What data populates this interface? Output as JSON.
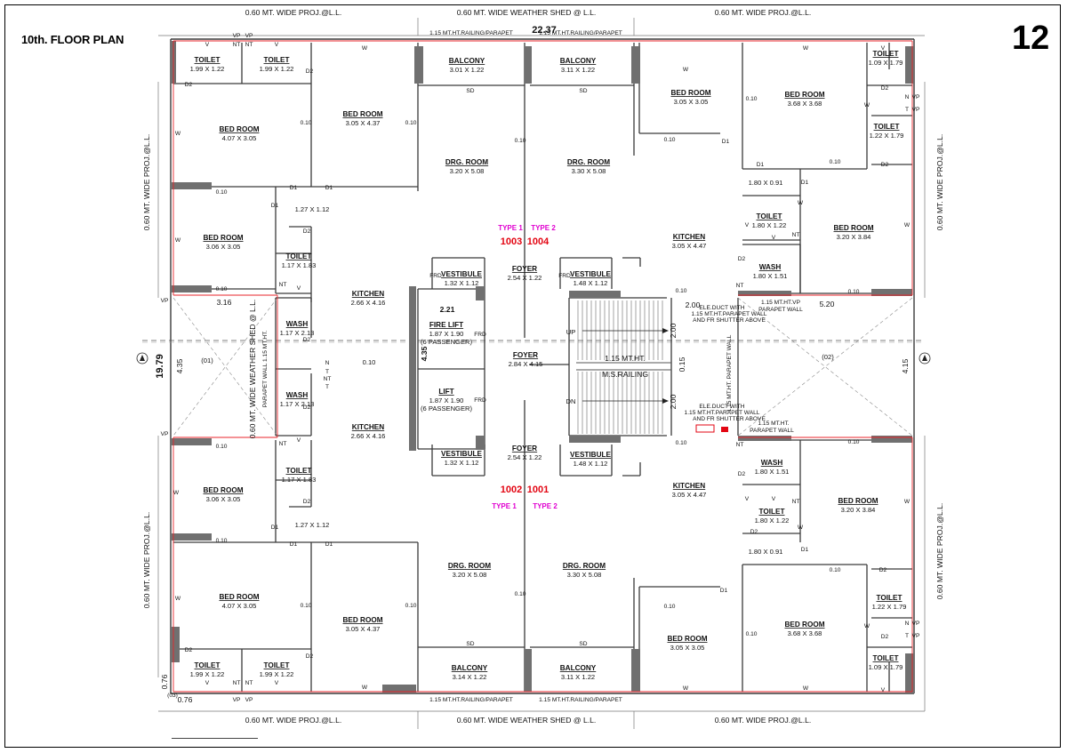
{
  "header": {
    "title": "10th. FLOOR PLAN",
    "sheet_number": "12"
  },
  "colors": {
    "wall": "#3a3a3a",
    "column": "#707070",
    "accent_red": "#e30613",
    "type_magenta": "#e000d0",
    "outline_red": "#e8262b"
  },
  "projections": {
    "top_left": "0.60 MT. WIDE PROJ.@L.L.",
    "top_center": "0.60 MT. WIDE WEATHER SHED @ L.L.",
    "top_right": "0.60 MT. WIDE PROJ.@L.L.",
    "bottom_left": "0.60 MT. WIDE PROJ.@L.L.",
    "bottom_center": "0.60 MT. WIDE WEATHER SHED @ L.L.",
    "bottom_right": "0.60 MT. WIDE PROJ.@L.L.",
    "left_top": "0.60 MT. WIDE PROJ.@L.L.",
    "left_bottom": "0.60 MT. WIDE PROJ.@L.L.",
    "right_top": "0.60 MT. WIDE PROJ.@L.L.",
    "right_bottom": "0.60 MT. WIDE PROJ.@L.L.",
    "mid_weather_shed": "0.60 MT. WIDE WEATHER SHED @ L.L."
  },
  "railings": {
    "top_left": "1.15 MT.HT.RAILING/PARAPET",
    "top_right": "1.15 MT.HT.RAILING/PARAPET",
    "bottom_left": "1.15 MT.HT.RAILING/PARAPET",
    "bottom_right": "1.15 MT.HT.RAILING/PARAPET"
  },
  "dimensions": {
    "overall_width": "22.37",
    "overall_height": "19.79",
    "lift_width": "2.21",
    "lift_height": "4.35",
    "shaft_left_width": "3.16",
    "shaft_left_height": "4.35",
    "shaft_right_width": "5.20",
    "shaft_right_height": "4.15",
    "stair_w1": "2.00",
    "stair_h1": "2.00",
    "stair_h2": "2.00",
    "stair_gap": "0.15",
    "corner_76a": "0.76",
    "corner_76b": "0.76",
    "thin": "0.10",
    "pass_top": "1.27 X 1.12",
    "pass_bottom": "1.27 X 1.12",
    "right_pass_top": "1.80 X 0.91",
    "right_pass_bottom": "1.80 X 0.91"
  },
  "units": {
    "u1003": "1003",
    "u1004": "1004",
    "u1002": "1002",
    "u1001": "1001",
    "type1": "TYPE 1",
    "type2": "TYPE 2"
  },
  "shafts": {
    "left": "(01)",
    "right": "(02)",
    "corner": "(03)"
  },
  "stair": {
    "up": "UP",
    "down": "DN",
    "railing_line1": "1.15 MT.HT.",
    "railing_line2": "M.S.RAILING"
  },
  "notes": {
    "eleduct_top_1": "ELE.DUCT WITH",
    "eleduct_top_2": "1.15 MT.HT.PARAPET WALL",
    "eleduct_top_3": "AND FR SHUTTER ABOVE",
    "eleduct_bot_1": "ELE.DUCT WITH",
    "eleduct_bot_2": "1.15 MT.HT.PARAPET WALL",
    "eleduct_bot_3": "AND FR SHUTTER ABOVE",
    "vp_parapet_top_1": "1.15 MT.HT.VP",
    "vp_parapet_top_2": "PARAPET WALL",
    "vp_parapet_bot_1": "1.15 MT.HT.",
    "vp_parapet_bot_2": "PARAPET WALL",
    "parapet_vertical": "1.15 MT.HT. PARAPET WALL",
    "left_parapet_vertical": "PARAPET WALL 1.15 MT.HT."
  },
  "rooms": [
    {
      "id": "toilet-a1",
      "name": "TOILET",
      "dim": "1.99 X 1.22"
    },
    {
      "id": "toilet-a2",
      "name": "TOILET",
      "dim": "1.99 X 1.22"
    },
    {
      "id": "bed-a-master",
      "name": "BED ROOM",
      "dim": "4.07 X 3.05"
    },
    {
      "id": "bed-a-2",
      "name": "BED ROOM",
      "dim": "3.05 X 4.37"
    },
    {
      "id": "balcony-a",
      "name": "BALCONY",
      "dim": "3.01 X 1.22"
    },
    {
      "id": "drg-a",
      "name": "DRG. ROOM",
      "dim": "3.20 X 5.08"
    },
    {
      "id": "bed-a-3",
      "name": "BED ROOM",
      "dim": "3.06 X 3.05"
    },
    {
      "id": "toilet-a3",
      "name": "TOILET",
      "dim": "1.17 X 1.83"
    },
    {
      "id": "kitchen-a",
      "name": "KITCHEN",
      "dim": "2.66 X 4.16"
    },
    {
      "id": "wash-a",
      "name": "WASH",
      "dim": "1.17 X 2.13"
    },
    {
      "id": "vest-a",
      "name": "VESTIBULE",
      "dim": "1.32 X 1.12"
    },
    {
      "id": "foyer-a",
      "name": "FOYER",
      "dim": "2.54 X 1.22"
    },
    {
      "id": "balcony-b",
      "name": "BALCONY",
      "dim": "3.11 X 1.22"
    },
    {
      "id": "drg-b",
      "name": "DRG. ROOM",
      "dim": "3.30 X 5.08"
    },
    {
      "id": "bed-b-1",
      "name": "BED ROOM",
      "dim": "3.05 X 3.05"
    },
    {
      "id": "bed-b-2",
      "name": "BED ROOM",
      "dim": "3.68 X 3.68"
    },
    {
      "id": "toilet-b1",
      "name": "TOILET",
      "dim": "1.09 X 1.79"
    },
    {
      "id": "toilet-b2",
      "name": "TOILET",
      "dim": "1.22 X 1.79"
    },
    {
      "id": "toilet-b3",
      "name": "TOILET",
      "dim": "1.80 X 1.22"
    },
    {
      "id": "bed-b-3",
      "name": "BED ROOM",
      "dim": "3.20 X 3.84"
    },
    {
      "id": "kitchen-b",
      "name": "KITCHEN",
      "dim": "3.05 X 4.47"
    },
    {
      "id": "wash-b",
      "name": "WASH",
      "dim": "1.80 X 1.51"
    },
    {
      "id": "vest-b",
      "name": "VESTIBULE",
      "dim": "1.48 X 1.12"
    },
    {
      "id": "fire-lift",
      "name": "FIRE LIFT",
      "dim": "1.87 X 1.90",
      "note": "(6 PASSENGER)"
    },
    {
      "id": "lift",
      "name": "LIFT",
      "dim": "1.87 X 1.90",
      "note": "(6 PASSENGER)"
    },
    {
      "id": "foyer-main",
      "name": "FOYER",
      "dim": "2.84 X 4.15"
    },
    {
      "id": "wash-c",
      "name": "WASH",
      "dim": "1.17 X 2.13"
    },
    {
      "id": "kitchen-c",
      "name": "KITCHEN",
      "dim": "2.66 X 4.16"
    },
    {
      "id": "toilet-c3",
      "name": "TOILET",
      "dim": "1.17 X 1.83"
    },
    {
      "id": "bed-c-3",
      "name": "BED ROOM",
      "dim": "3.06 X 3.05"
    },
    {
      "id": "vest-c",
      "name": "VESTIBULE",
      "dim": "1.32 X 1.12"
    },
    {
      "id": "foyer-c",
      "name": "FOYER",
      "dim": "2.54 X 1.22"
    },
    {
      "id": "drg-c",
      "name": "DRG. ROOM",
      "dim": "3.20 X 5.08"
    },
    {
      "id": "bed-c-master",
      "name": "BED ROOM",
      "dim": "4.07 X 3.05"
    },
    {
      "id": "bed-c-2",
      "name": "BED ROOM",
      "dim": "3.05 X 4.37"
    },
    {
      "id": "toilet-c1",
      "name": "TOILET",
      "dim": "1.99 X 1.22"
    },
    {
      "id": "toilet-c2",
      "name": "TOILET",
      "dim": "1.99 X 1.22"
    },
    {
      "id": "balcony-c",
      "name": "BALCONY",
      "dim": "3.14 X 1.22"
    },
    {
      "id": "vest-d",
      "name": "VESTIBULE",
      "dim": "1.48 X 1.12"
    },
    {
      "id": "kitchen-d",
      "name": "KITCHEN",
      "dim": "3.05 X 4.47"
    },
    {
      "id": "wash-d",
      "name": "WASH",
      "dim": "1.80 X 1.51"
    },
    {
      "id": "toilet-d3",
      "name": "TOILET",
      "dim": "1.80 X 1.22"
    },
    {
      "id": "bed-d-3",
      "name": "BED ROOM",
      "dim": "3.20 X 3.84"
    },
    {
      "id": "drg-d",
      "name": "DRG. ROOM",
      "dim": "3.30 X 5.08"
    },
    {
      "id": "bed-d-1",
      "name": "BED ROOM",
      "dim": "3.05 X 3.05"
    },
    {
      "id": "bed-d-2",
      "name": "BED ROOM",
      "dim": "3.68 X 3.68"
    },
    {
      "id": "toilet-d2",
      "name": "TOILET",
      "dim": "1.22 X 1.79"
    },
    {
      "id": "toilet-d1",
      "name": "TOILET",
      "dim": "1.09 X 1.79"
    },
    {
      "id": "balcony-d",
      "name": "BALCONY",
      "dim": "3.11 X 1.22"
    }
  ],
  "small_tags": [
    "V",
    "VP",
    "NT",
    "D1",
    "D2",
    "W",
    "SD",
    "FRD",
    "N",
    "T",
    "0.10"
  ]
}
